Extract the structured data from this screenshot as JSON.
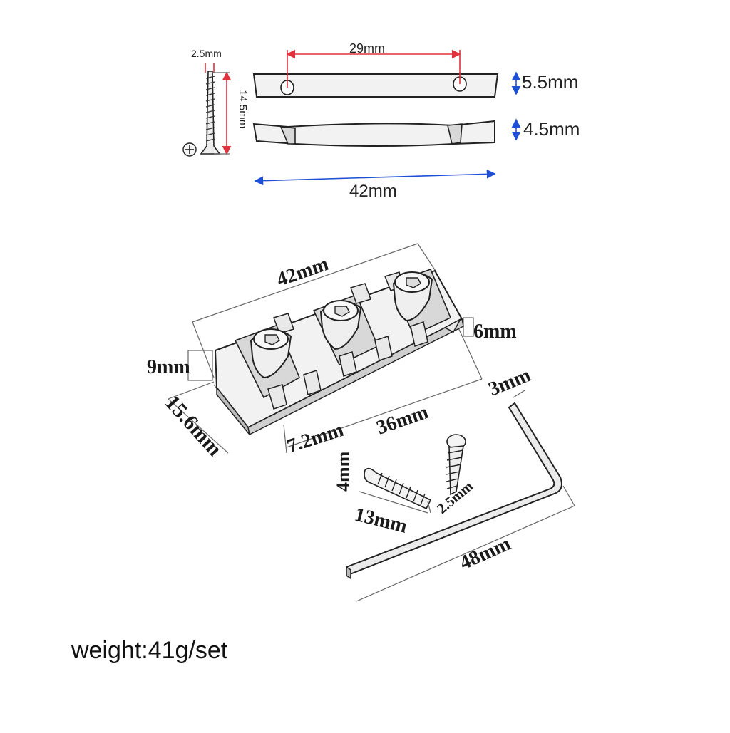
{
  "top_diagram": {
    "screw_width": "2.5mm",
    "screw_length": "14.5mm",
    "hole_spacing": "29mm",
    "plate_thickness_top": "5.5mm",
    "plate_thickness_bottom": "4.5mm",
    "plate_width": "42mm"
  },
  "lock_diagram": {
    "length": "42mm",
    "height_side": "6mm",
    "height_front": "9mm",
    "depth": "15.6mm",
    "pad_width": "7.2mm",
    "inner_length": "36mm"
  },
  "screws": {
    "screw_a_diameter": "4mm",
    "screw_a_length": "13mm",
    "screw_b_diameter": "2.5mm"
  },
  "wrench": {
    "size": "3mm",
    "length": "48mm"
  },
  "weight_label": "weight:41g/set",
  "colors": {
    "dimension_red": "#e0323c",
    "dimension_blue": "#1f4fd6",
    "outline": "#222222"
  }
}
